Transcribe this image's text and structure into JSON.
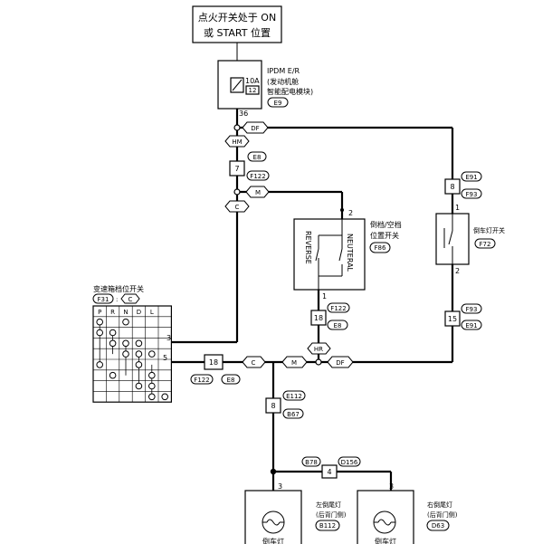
{
  "source": {
    "line1": "点火开关处于 ON",
    "line2": "或 START 位置"
  },
  "ipdm": {
    "title": "IPDM E/R",
    "sub1": "(发动机舱",
    "sub2": "智能配电模块)",
    "fuse_amp": "10A",
    "fuse_no": "12",
    "connector": "E9",
    "pin": "36"
  },
  "connectors": {
    "df": "DF",
    "hm": "HM",
    "m": "M",
    "c": "C",
    "hr": "HR",
    "e8": "E8",
    "f122": "F122",
    "e91": "E91",
    "f93": "F93",
    "e112": "E112",
    "b67": "B67",
    "b78": "B78",
    "d156": "D156"
  },
  "pins": {
    "p7": "7",
    "p8": "8",
    "p1": "1",
    "p2": "2",
    "p15": "15",
    "p18": "18",
    "p3": "3",
    "p5": "5",
    "p4": "4"
  },
  "park_switch": {
    "name1": "倒档/空档",
    "name2": "位置开关",
    "connector": "F86",
    "left_label": "REVERSE",
    "right_label": "NEUTERAL"
  },
  "backup_switch": {
    "name": "倒车灯开关",
    "connector": "F72"
  },
  "range_switch": {
    "title": "变速箱档位开关",
    "connector": "F31",
    "sub": "C",
    "positions": [
      "P",
      "R",
      "N",
      "D",
      "L"
    ]
  },
  "lamp_left": {
    "name1": "左倒尾灯",
    "name2": "(后背门侧)",
    "connector": "B112",
    "label": "倒车灯"
  },
  "lamp_right": {
    "name1": "右倒尾灯",
    "name2": "(后背门侧)",
    "connector": "D63",
    "label": "倒车灯"
  }
}
